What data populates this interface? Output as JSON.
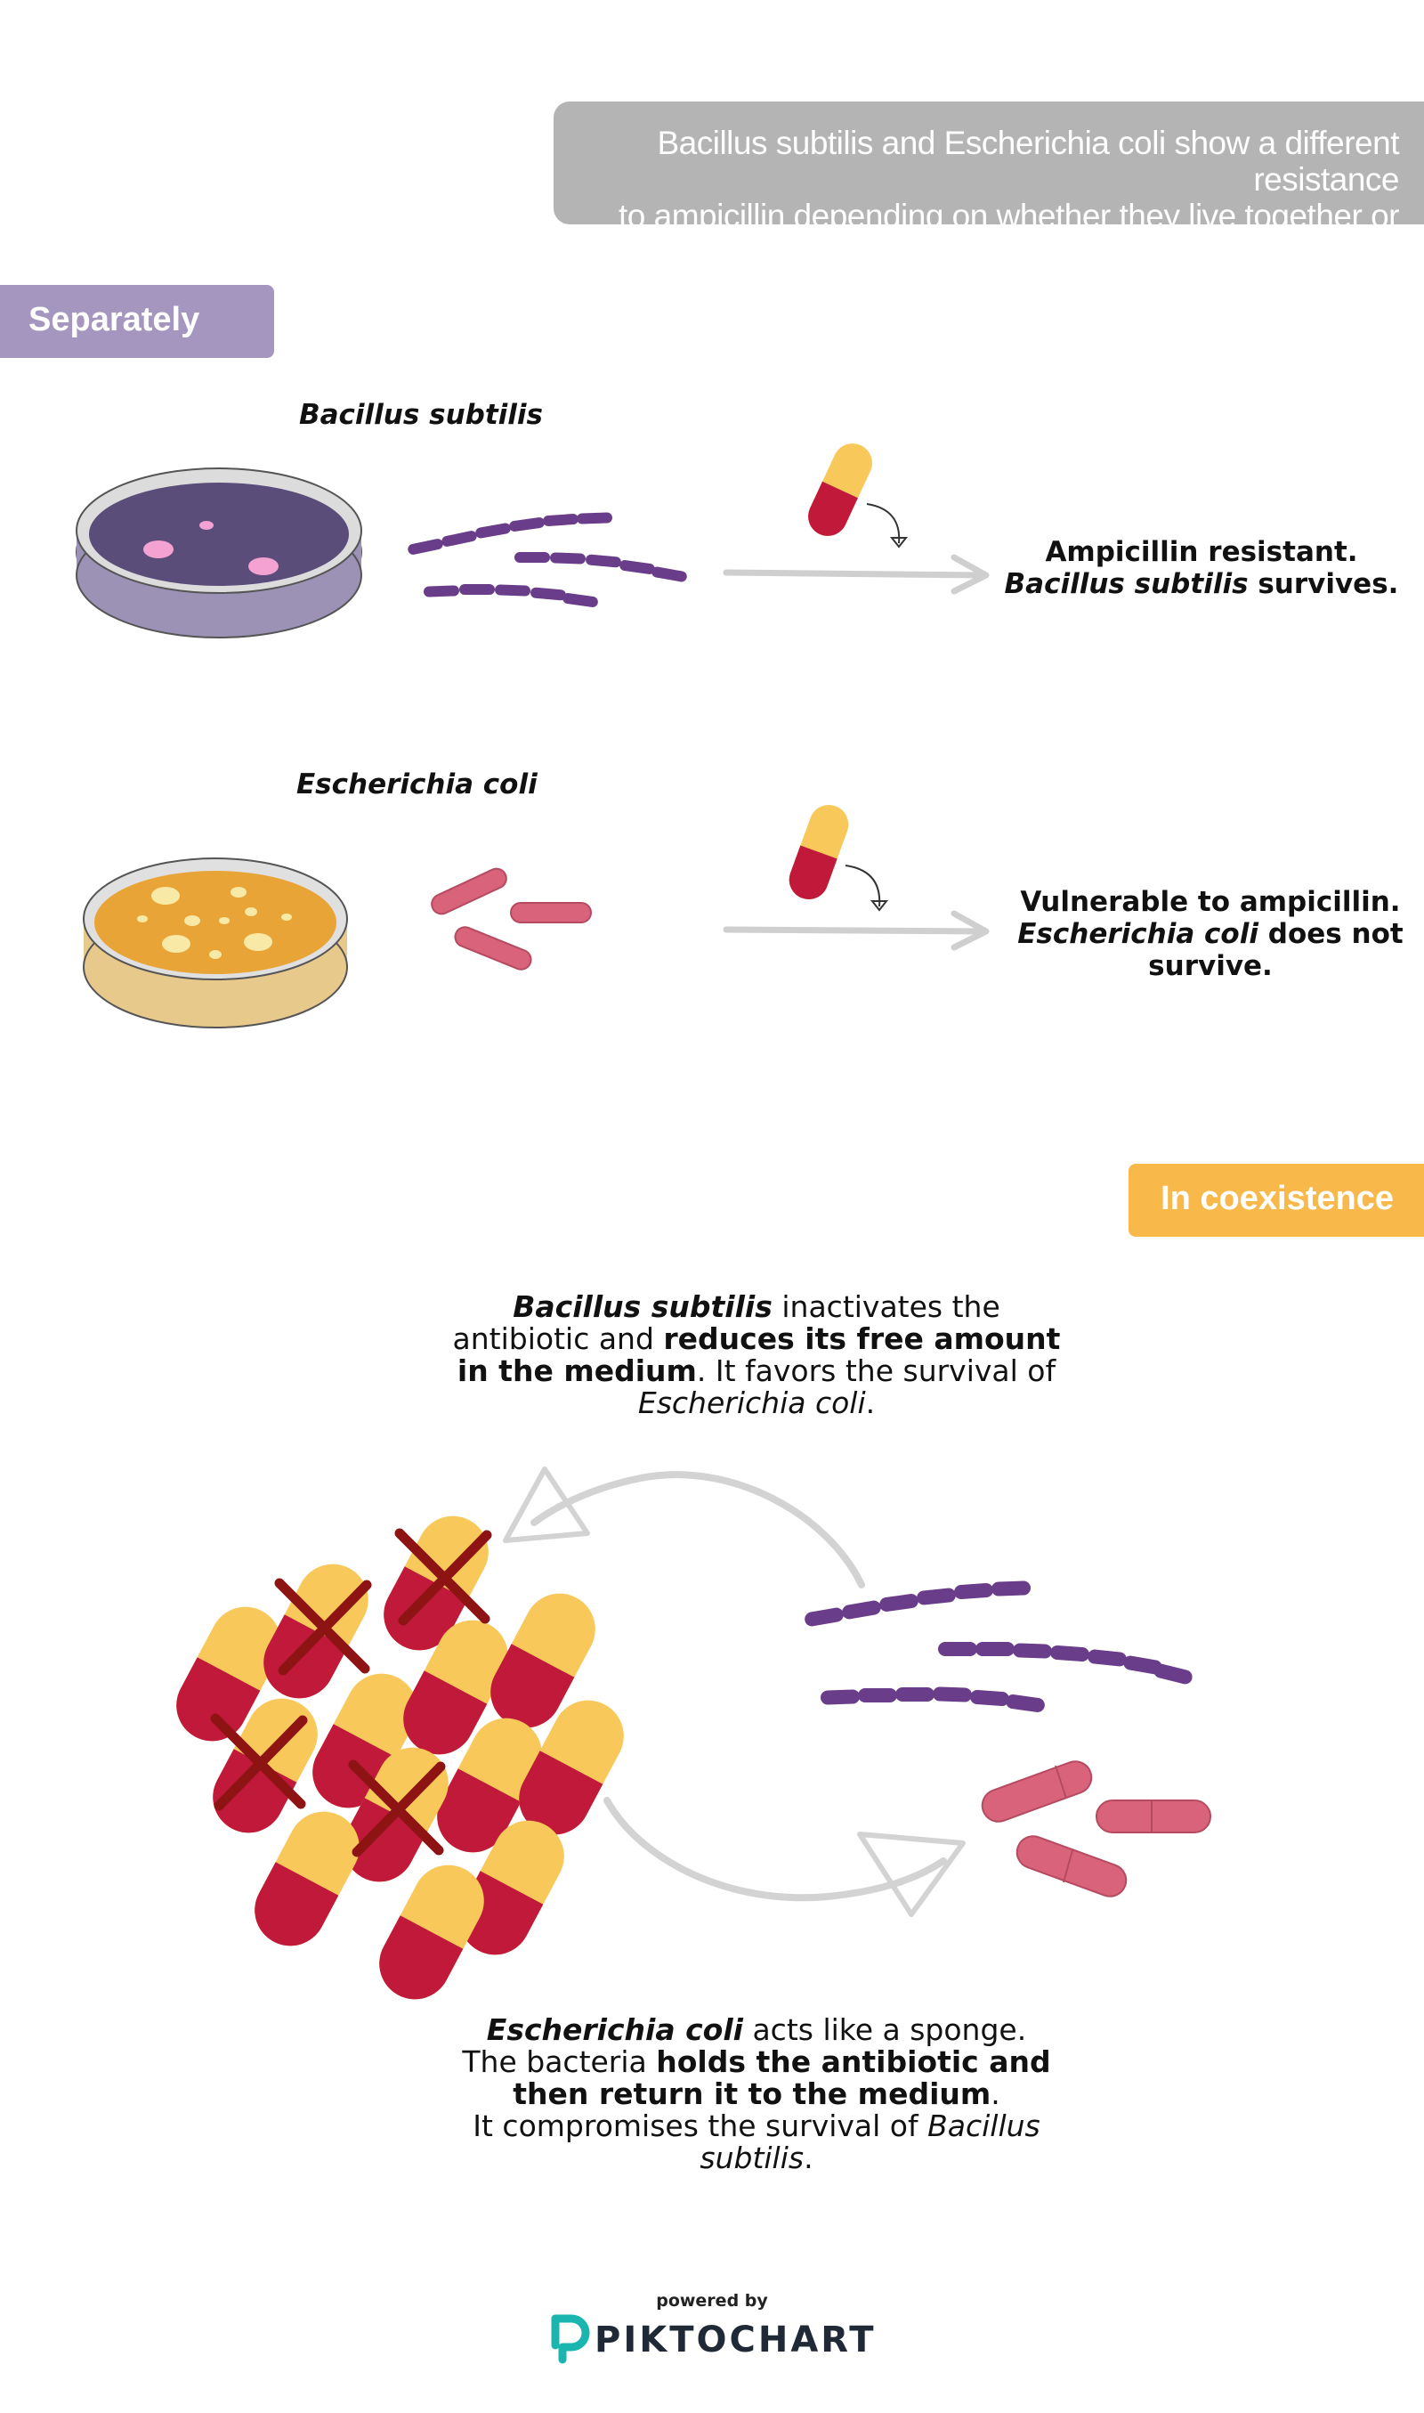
{
  "header": {
    "line1": "Bacillus subtilis and Escherichia coli show a different resistance",
    "line2": "to ampicillin depending on whether they live together or not."
  },
  "sections": {
    "separately": "Separately",
    "coexistence": "In coexistence"
  },
  "bacillus": {
    "name": "Bacillus subtilis",
    "result_line1": "Ampicillin resistant.",
    "result_line2_italic": "Bacillus subtilis",
    "result_line2_rest": " survives."
  },
  "ecoli": {
    "name": "Escherichia coli",
    "result_line1": "Vulnerable to ampicillin.",
    "result_line2_italic": "Escherichia coli",
    "result_line2_rest": " does not",
    "result_line3": "survive."
  },
  "coexistence_top": {
    "p1_italic": "Bacillus subtilis",
    "p1_rest": " inactivates the",
    "p2_plain": "antibiotic and ",
    "p2_bold": "reduces its free amount",
    "p3_bold": "in the medium",
    "p3_rest": ". It favors the survival of",
    "p4_italic": "Escherichia coli",
    "p4_rest": "."
  },
  "coexistence_bottom": {
    "p1_italic": "Escherichia coli",
    "p1_rest": " acts like a sponge.",
    "p2_plain": "The bacteria ",
    "p2_bold": "holds the antibiotic and",
    "p3_bold": "then return it to the medium",
    "p3_rest": ".",
    "p4_plain": "It compromises the survival of ",
    "p4_italic": "Bacillus",
    "p5_italic": "subtilis",
    "p5_rest": "."
  },
  "footer": {
    "powered": "powered by",
    "brand": "PIKTOCHART"
  },
  "colors": {
    "bacillus_purple": "#6a3d8a",
    "ecoli_pink": "#d9637a",
    "capsule_red": "#c0193a",
    "capsule_yellow": "#f9c85a",
    "cross_red": "#8e1414",
    "arrow_grey": "#cfcfcf",
    "brand_teal": "#1bb5b0"
  },
  "icons": [
    "petri-dish-purple-icon",
    "petri-dish-orange-icon",
    "capsule-icon",
    "cross-icon",
    "arrow-right-icon",
    "cycle-arrow-icon",
    "piktochart-logo-icon"
  ]
}
